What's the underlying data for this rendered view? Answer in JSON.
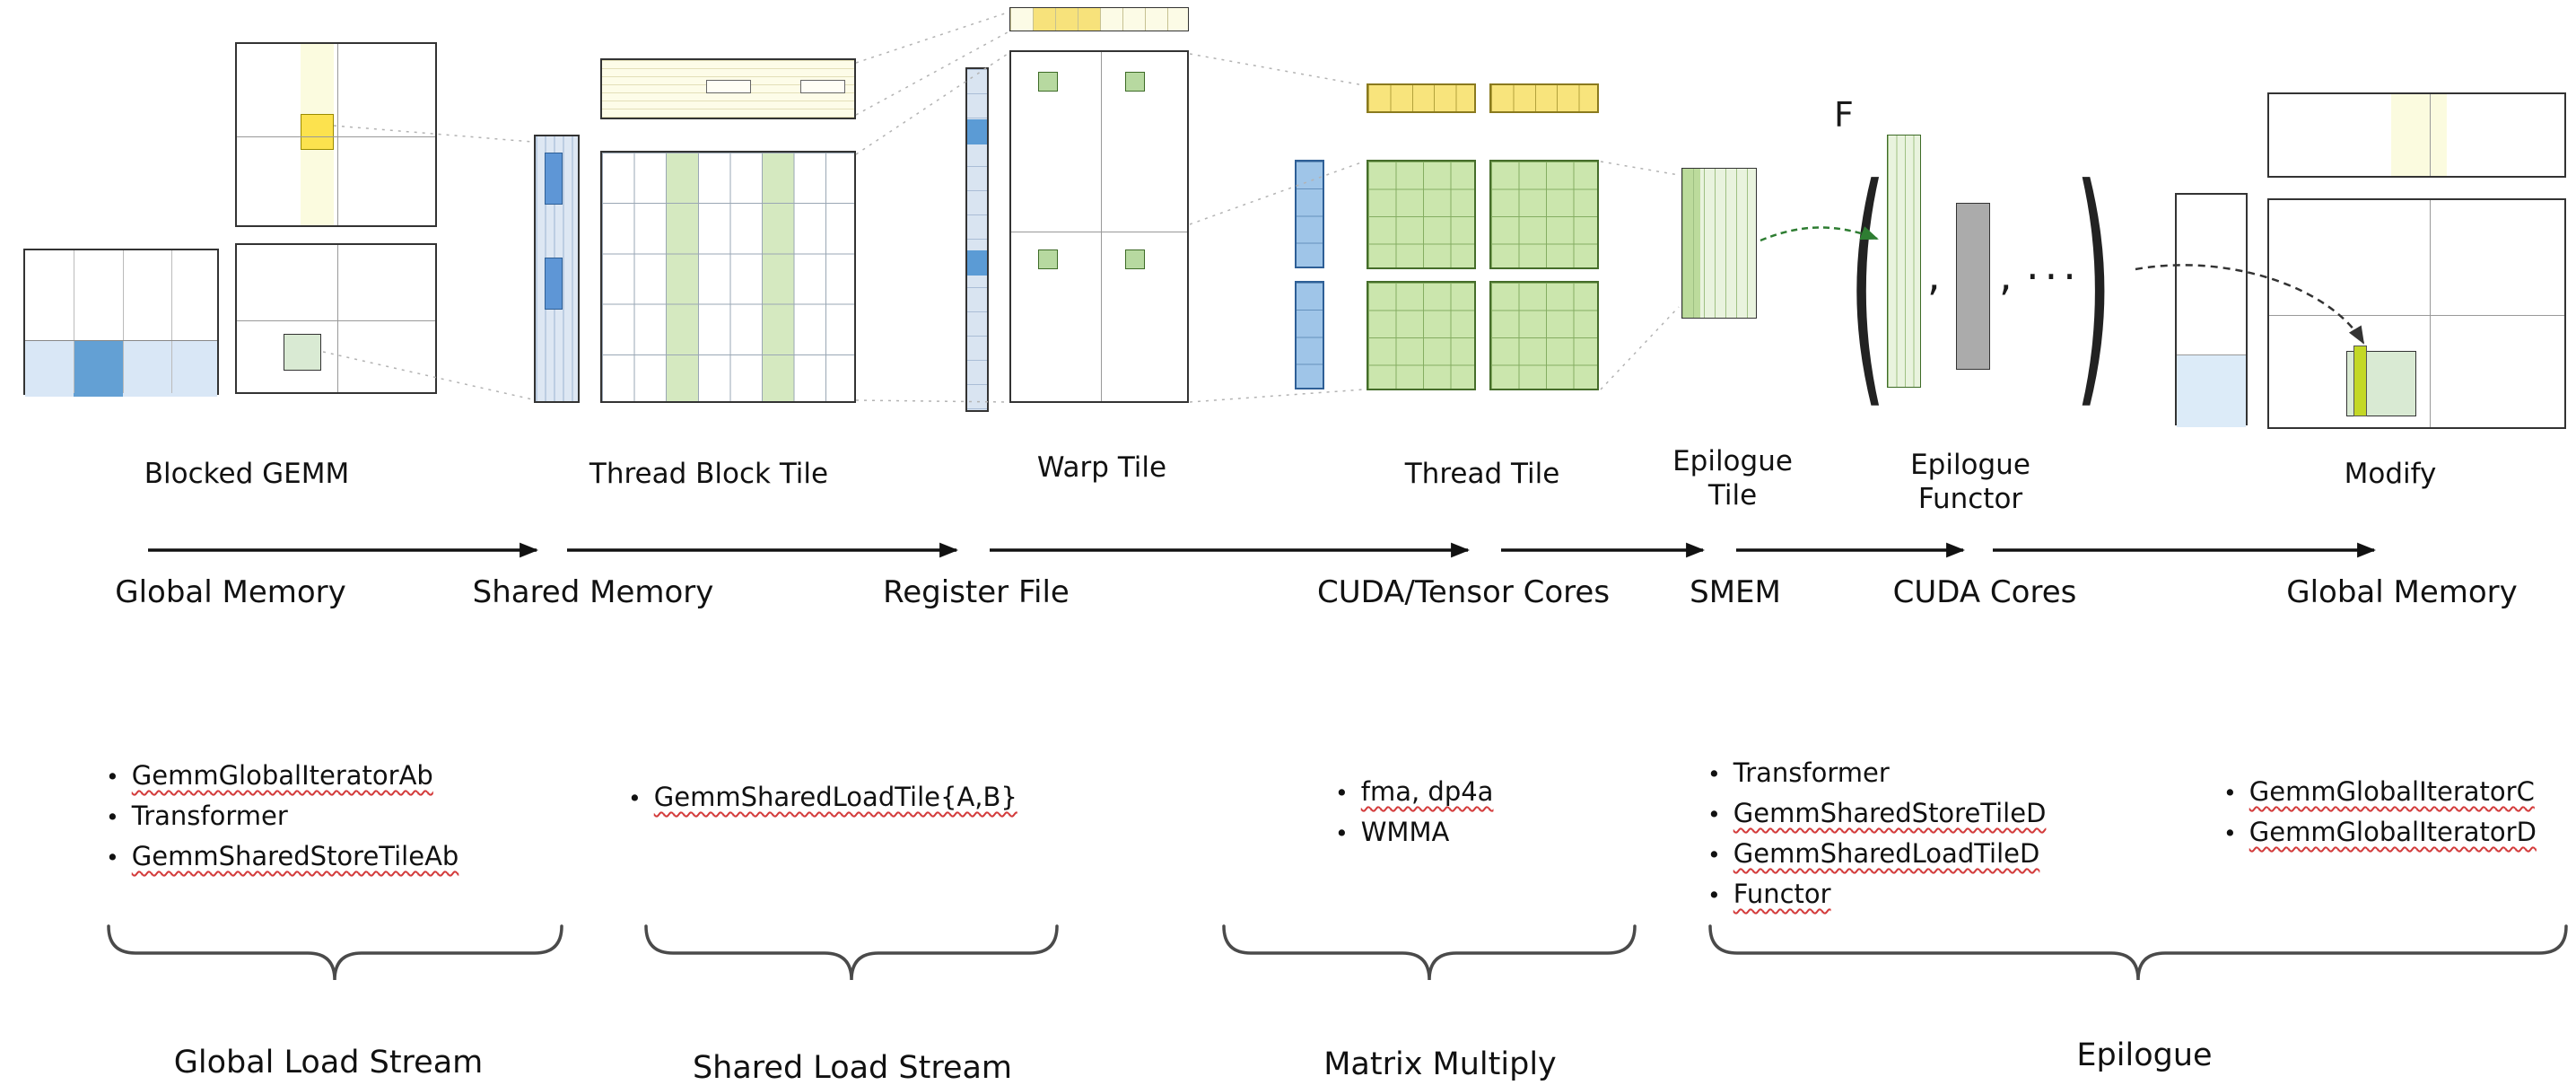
{
  "stages": {
    "blocked_gemm": {
      "label": "Blocked GEMM"
    },
    "thread_block_tile": {
      "label": "Thread Block Tile"
    },
    "warp_tile": {
      "label": "Warp Tile"
    },
    "thread_tile": {
      "label": "Thread Tile"
    },
    "epilogue_tile": {
      "label_line1": "Epilogue",
      "label_line2": "Tile"
    },
    "epilogue_functor": {
      "label_line1": "Epilogue",
      "label_line2": "Functor"
    },
    "modify": {
      "label": "Modify"
    }
  },
  "epilogue_functor_notation": {
    "symbol": "F",
    "paren_open": "(",
    "paren_close": ")",
    "separator": ",",
    "ellipsis": "..."
  },
  "memory_flow": {
    "labels": [
      "Global Memory",
      "Shared Memory",
      "Register File",
      "CUDA/Tensor Cores",
      "SMEM",
      "CUDA Cores",
      "Global Memory"
    ]
  },
  "component_lists": {
    "global_load_stream": {
      "items": [
        "GemmGlobalIteratorAb",
        "Transformer",
        "GemmSharedStoreTileAb"
      ]
    },
    "shared_load_stream": {
      "items": [
        "GemmSharedLoadTile{A,B}"
      ]
    },
    "matrix_multiply": {
      "items": [
        "fma, dp4a",
        "WMMA"
      ]
    },
    "epilogue": {
      "items": [
        "Transformer",
        "GemmSharedStoreTileD",
        "GemmSharedLoadTileD",
        "Functor"
      ]
    },
    "epilogue_output": {
      "items": [
        "GemmGlobalIteratorC",
        "GemmGlobalIteratorD"
      ]
    }
  },
  "stream_groups": {
    "labels": [
      "Global Load Stream",
      "Shared Load Stream",
      "Matrix Multiply",
      "Epilogue"
    ]
  },
  "bullet": "•",
  "colors": {
    "matrix_highlight_blue": "#63a0d4",
    "light_blue_fill": "#d9e4f1",
    "pale_yellow_fill": "#fdfce8",
    "bright_yellow": "#f8e47c",
    "light_green_fill": "#d9ead3",
    "grid_green": "#cbe6ad",
    "gray_tile": "#ababab",
    "highlight_chartreuse": "#c3d825",
    "spellcheck_red": "#d33b3b",
    "epilogue_arrow_green": "#2e7d32"
  }
}
